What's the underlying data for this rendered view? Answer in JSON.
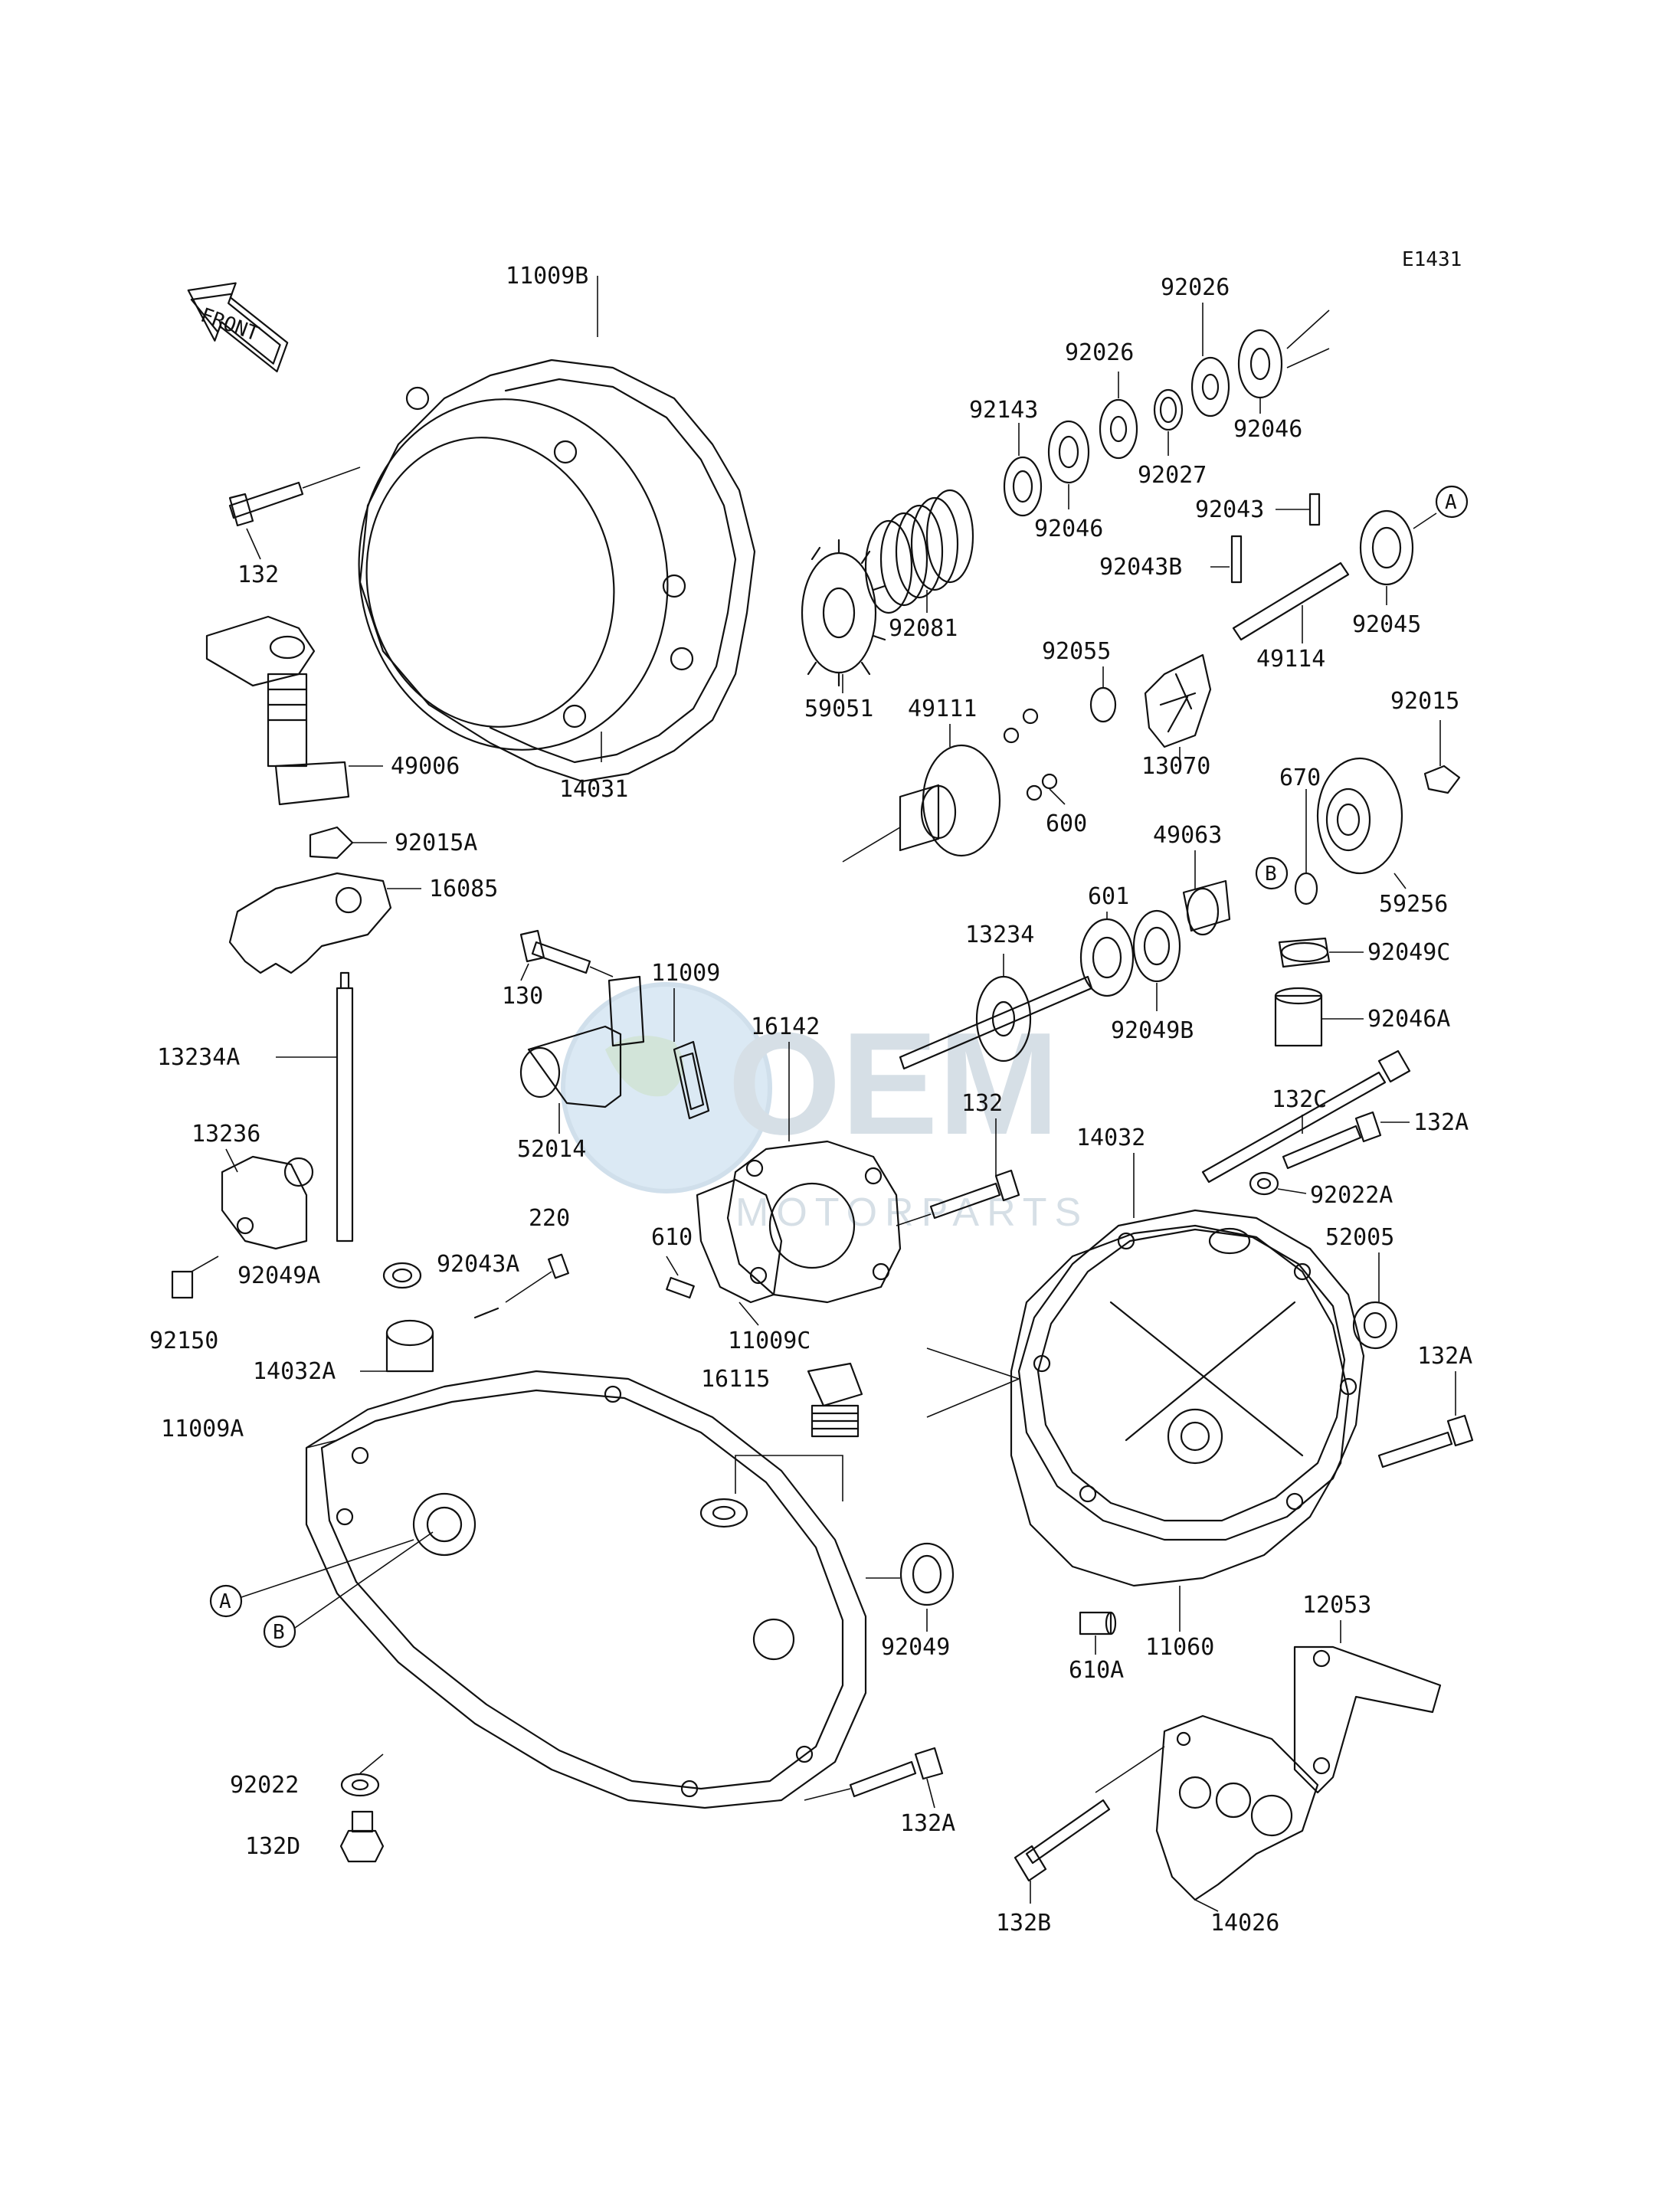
{
  "diagram_code": "E1431",
  "front_label": "FRONT",
  "watermark_text": "MOTORPARTS",
  "labels": {
    "p11009B": "11009B",
    "p132_top": "132",
    "p49006": "49006",
    "p14031": "14031",
    "p92015A": "92015A",
    "p16085": "16085",
    "p130": "130",
    "p11009": "11009",
    "p13234A": "13234A",
    "p13236": "13236",
    "p52014": "52014",
    "p16142": "16142",
    "p132_mid": "132",
    "p610": "610",
    "p11009C": "11009C",
    "p92150": "92150",
    "p92049A": "92049A",
    "p92043A": "92043A",
    "p220": "220",
    "p14032A": "14032A",
    "p11009A": "11009A",
    "p16115": "16115",
    "p92049": "92049",
    "p92022": "92022",
    "p132D": "132D",
    "p132A_bottom": "132A",
    "p92143": "92143",
    "p92026_a": "92026",
    "p92026_b": "92026",
    "p92046_a": "92046",
    "p92046_b": "92046",
    "p92027": "92027",
    "p92043": "92043",
    "p92043B": "92043B",
    "p92045": "92045",
    "p92081": "92081",
    "p59051": "59051",
    "p49114": "49114",
    "p92055": "92055",
    "p49111": "49111",
    "p13070": "13070",
    "p600": "600",
    "p92015": "92015",
    "p670": "670",
    "p49063": "49063",
    "p59256": "59256",
    "p601": "601",
    "p13234": "13234",
    "p92049C": "92049C",
    "p92049B": "92049B",
    "p92046A": "92046A",
    "p132C": "132C",
    "p132A_right1": "132A",
    "p14032": "14032",
    "p92022A": "92022A",
    "p52005": "52005",
    "p132A_right2": "132A",
    "p610A": "610A",
    "p11060": "11060",
    "p12053": "12053",
    "p132B": "132B",
    "p14026": "14026"
  },
  "callouts": {
    "A_left": "A",
    "B_left": "B",
    "A_right": "A",
    "B_right": "B"
  }
}
